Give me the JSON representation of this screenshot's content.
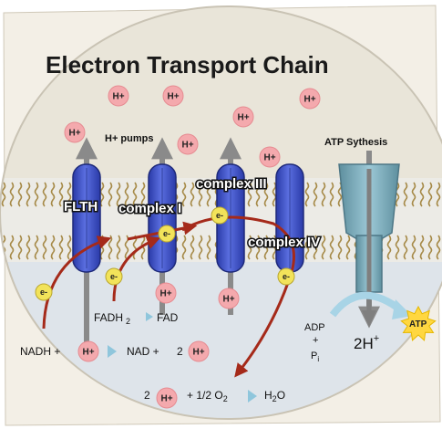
{
  "title": "Electron Transport Chain",
  "labels": {
    "h_pumps": "H+ pumps",
    "atp_synthesis": "ATP Sythesis",
    "flth": "FLTH",
    "complex_1": "complex I",
    "complex_3": "complex III",
    "complex_4": "complex IV",
    "fadh2": "FADH",
    "fadh2_sub": "2",
    "fad": "FAD",
    "nadh_plus": "NADH +",
    "nad_plus": "NAD +",
    "coef_2": "2",
    "adp": "ADP",
    "plus": "+",
    "pi": "P",
    "pi_sub": "i",
    "two_h": "2H",
    "two_h_sup": "+",
    "water_coef": "2",
    "half_o2": "+ 1/2 O",
    "o2_sub": "2",
    "water": "H",
    "water_sub": "2",
    "water_o": "O"
  },
  "ion": "H+",
  "electron": "e-",
  "atp": "ATP",
  "colors": {
    "background": "#e6e6e2",
    "intermembrane": "#e9e5d9",
    "matrix": "#dee4ea",
    "complex": "#3a4fc4",
    "synthase": "#7fb0bf",
    "h_ion": "#f4a9ad",
    "electron": "#f2e35a",
    "electron_path": "#a52a1a",
    "atp": "#ffd740"
  }
}
